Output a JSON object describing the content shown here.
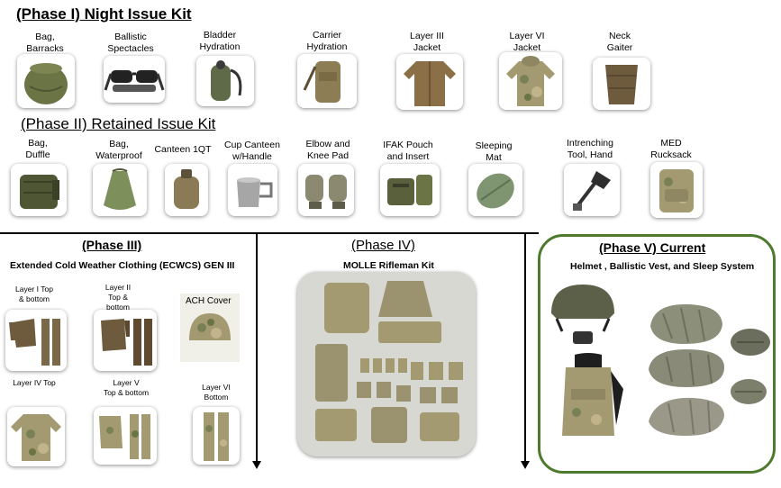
{
  "phase1": {
    "title": "(Phase I) Night Issue Kit",
    "items": [
      {
        "label": "Bag,\nBarracks"
      },
      {
        "label": "Ballistic\nSpectacles"
      },
      {
        "label": "Bladder\nHydration"
      },
      {
        "label": "Carrier\nHydration"
      },
      {
        "label": "Layer III\nJacket"
      },
      {
        "label": "Layer VI\nJacket"
      },
      {
        "label": "Neck\nGaiter"
      }
    ]
  },
  "phase2": {
    "title": "(Phase II) Retained Issue Kit",
    "items": [
      {
        "label": "Bag,\nDuffle"
      },
      {
        "label": "Bag,\nWaterproof"
      },
      {
        "label": "Canteen 1QT"
      },
      {
        "label": "Cup Canteen\nw/Handle"
      },
      {
        "label": "Elbow and\nKnee Pad"
      },
      {
        "label": "IFAK Pouch\nand Insert"
      },
      {
        "label": "Sleeping\nMat"
      },
      {
        "label": "Intrenching\nTool, Hand"
      },
      {
        "label": "MED\nRucksack"
      }
    ]
  },
  "phase3": {
    "title": "(Phase III)",
    "subtitle": "Extended Cold Weather Clothing (ECWCS) GEN III",
    "items": [
      {
        "label": "Layer I Top\n& bottom"
      },
      {
        "label": "Layer II\nTop &\nbottom"
      },
      {
        "label": "ACH Cover"
      },
      {
        "label": "Layer IV Top"
      },
      {
        "label": "Layer V\nTop & bottom"
      },
      {
        "label": "Layer VI\nBottom"
      }
    ]
  },
  "phase4": {
    "title": "(Phase IV)",
    "subtitle": "MOLLE Rifleman Kit"
  },
  "phase5": {
    "title": "(Phase V) Current",
    "subtitle": "Helmet , Ballistic Vest, and Sleep System",
    "border_color": "#4e7a2e"
  },
  "colors": {
    "olive": "#6b7445",
    "olive_dark": "#4f5633",
    "coyote": "#8a6f47",
    "multicam": "#a39a72",
    "foliage": "#8c8f7a"
  }
}
